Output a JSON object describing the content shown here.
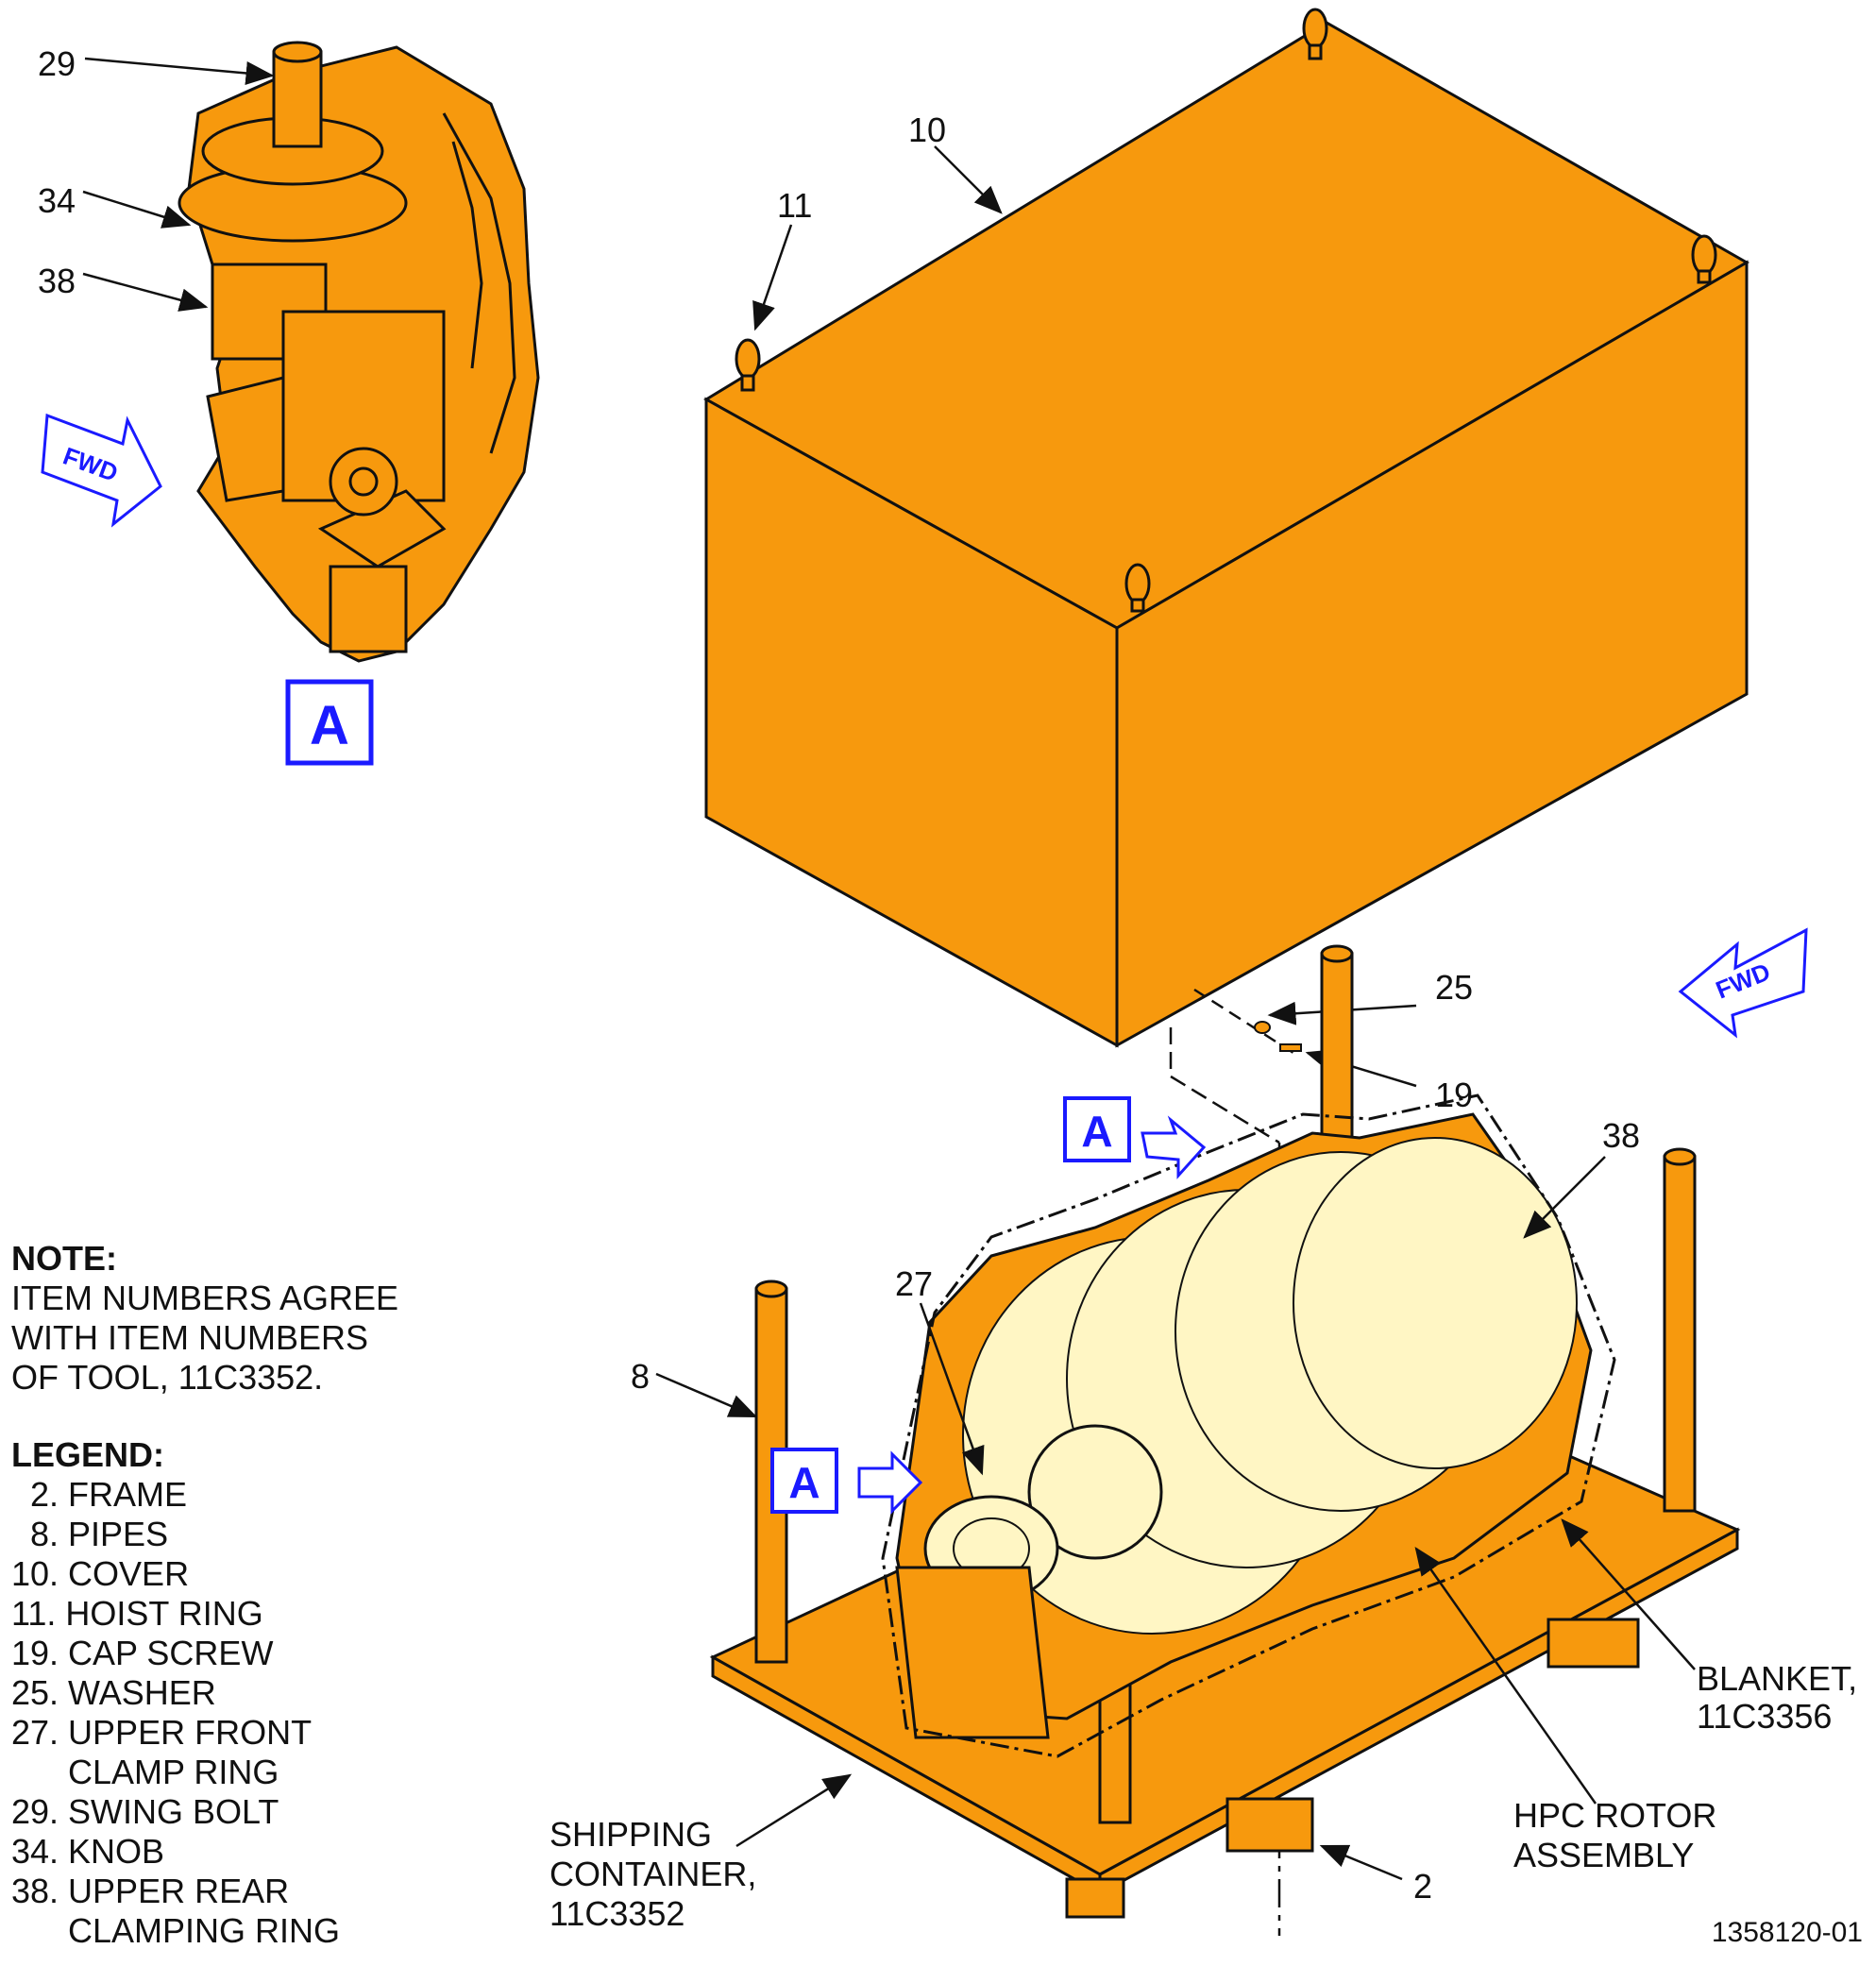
{
  "callouts": {
    "c29": "29",
    "c34": "34",
    "c38a": "38",
    "c10": "10",
    "c11": "11",
    "c25": "25",
    "c19": "19",
    "c38b": "38",
    "c27": "27",
    "c8": "8",
    "c2": "2"
  },
  "view_labels": {
    "detail": "A",
    "ref1": "A",
    "ref2": "A"
  },
  "fwd": {
    "left": "FWD",
    "right": "FWD"
  },
  "labels": {
    "blanket": [
      "BLANKET,",
      "11C3356"
    ],
    "hpc": [
      "HPC ROTOR",
      "ASSEMBLY"
    ],
    "shipping": [
      "SHIPPING",
      "CONTAINER,",
      "11C3352"
    ]
  },
  "note": {
    "title": "NOTE:",
    "lines": [
      "ITEM NUMBERS AGREE",
      "WITH ITEM NUMBERS",
      "OF TOOL, 11C3352."
    ]
  },
  "legend": {
    "title": "LEGEND:",
    "items": [
      "  2. FRAME",
      "  8. PIPES",
      "10. COVER",
      "11. HOIST RING",
      "19. CAP SCREW",
      "25. WASHER",
      "27. UPPER FRONT",
      "      CLAMP RING",
      "29. SWING BOLT",
      "34. KNOB",
      "38. UPPER REAR",
      "      CLAMPING RING"
    ]
  },
  "figure_number": "1358120-01",
  "colors": {
    "part": "#f7990d",
    "blade": "#fff6c4",
    "view_blue": "#1a1aff",
    "line": "#111111"
  }
}
